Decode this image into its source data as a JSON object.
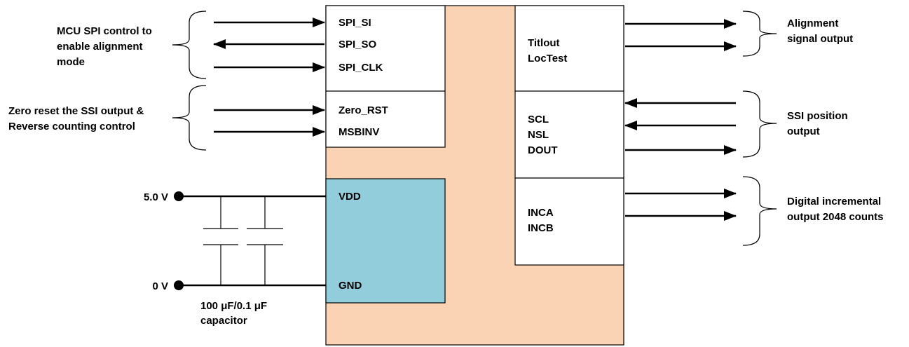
{
  "left_labels": {
    "mcu_spi": [
      "MCU SPI control to",
      "enable alignment",
      "mode"
    ],
    "zero_reset": [
      "Zero reset the SSI output &",
      "Reverse counting control"
    ],
    "supply_5v": "5.0 V",
    "supply_0v": "0 V",
    "capacitor": [
      "100 μF/0.1 μF",
      "capacitor"
    ]
  },
  "left_pins": {
    "spi_si": "SPI_SI",
    "spi_so": "SPI_SO",
    "spi_clk": "SPI_CLK",
    "zero_rst": "Zero_RST",
    "msbinv": "MSBINV",
    "vdd": "VDD",
    "gnd": "GND"
  },
  "right_pins": {
    "alignment": [
      "Titlout",
      "LocTest"
    ],
    "ssi": [
      "SCL",
      "NSL",
      "DOUT"
    ],
    "incremental": [
      "INCA",
      "INCB"
    ]
  },
  "right_labels": {
    "alignment": [
      "Alignment",
      "signal output"
    ],
    "ssi": [
      "SSI position",
      "output"
    ],
    "incremental": [
      "Digital incremental",
      "output 2048 counts"
    ]
  },
  "colors": {
    "chip_body": "#f9d3b4",
    "power_block": "#92cddc",
    "pin_box": "#ffffff",
    "line": "#000000"
  }
}
